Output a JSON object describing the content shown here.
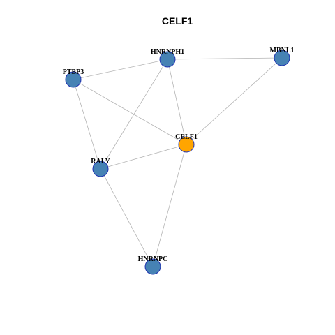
{
  "title": "CELF1",
  "colors": {
    "center_node": "#FFA500",
    "neighbor_node": "#4682B4",
    "node_border": "#1F33B0",
    "edge": "#B4B4B4"
  },
  "nodes": [
    {
      "id": "HNRNPH1",
      "label": "HNRNPH1",
      "role": "neighbor"
    },
    {
      "id": "MBNL1",
      "label": "MBNL1",
      "role": "neighbor"
    },
    {
      "id": "PTBP3",
      "label": "PTBP3",
      "role": "neighbor"
    },
    {
      "id": "CELF1",
      "label": "CELF1",
      "role": "center"
    },
    {
      "id": "RALY",
      "label": "RALY",
      "role": "neighbor"
    },
    {
      "id": "HNRNPC",
      "label": "HNRNPC",
      "role": "neighbor"
    }
  ],
  "edges": [
    [
      "PTBP3",
      "HNRNPH1"
    ],
    [
      "HNRNPH1",
      "MBNL1"
    ],
    [
      "PTBP3",
      "CELF1"
    ],
    [
      "PTBP3",
      "RALY"
    ],
    [
      "HNRNPH1",
      "RALY"
    ],
    [
      "HNRNPH1",
      "CELF1"
    ],
    [
      "MBNL1",
      "CELF1"
    ],
    [
      "RALY",
      "CELF1"
    ],
    [
      "RALY",
      "HNRNPC"
    ],
    [
      "CELF1",
      "HNRNPC"
    ]
  ]
}
